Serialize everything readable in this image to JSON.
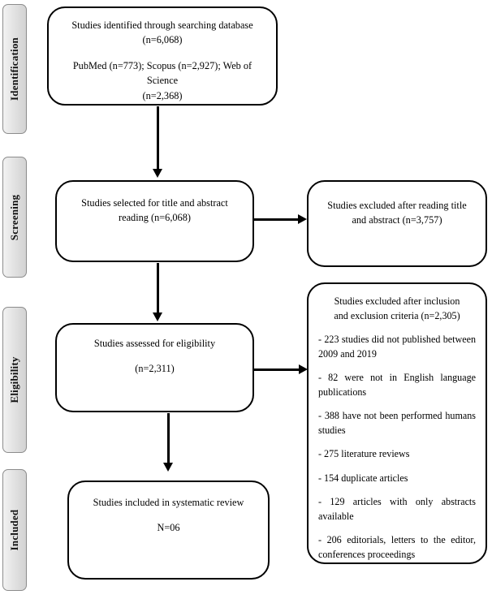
{
  "diagram": {
    "type": "prisma-flow-diagram",
    "title": "PRISMA study selection flow diagram"
  },
  "stages": [
    {
      "id": "identification",
      "label": "Identification"
    },
    {
      "id": "screening",
      "label": "Screening"
    },
    {
      "id": "eligibility",
      "label": "Eligibility"
    },
    {
      "id": "included",
      "label": "Included"
    }
  ],
  "boxes": {
    "identified": {
      "line1": "Studies identified through searching database",
      "line2": "(n=6,068)",
      "line3": "PubMed (n=773); Scopus (n=2,927); Web of Science",
      "line4": "(n=2,368)"
    },
    "selected": {
      "line1": "Studies selected for title and abstract",
      "line2": "reading (n=6,068)"
    },
    "excluded_screening": {
      "line1": "Studies excluded after reading title",
      "line2": "and abstract (n=3,757)"
    },
    "assessed": {
      "line1": "Studies assessed for eligibility",
      "line2": "(n=2,311)"
    },
    "exclusion_criteria": {
      "heading1": "Studies excluded after inclusion",
      "heading2": "and exclusion criteria (n=2,305)",
      "items": [
        "- 223 studies did not published between 2009 and 2019",
        "- 82 were not in English language publications",
        "- 388 have not been performed humans studies",
        "- 275 literature reviews",
        "- 154 duplicate articles",
        "- 129 articles with only abstracts available",
        "- 206 editorials, letters to the editor, conferences proceedings"
      ]
    },
    "included": {
      "line1": "Studies included in systematic review",
      "line2": "N=06"
    }
  },
  "connectors": [
    {
      "id": "identified-to-selected",
      "direction": "down"
    },
    {
      "id": "selected-to-excluded",
      "direction": "right"
    },
    {
      "id": "selected-to-assessed",
      "direction": "down"
    },
    {
      "id": "assessed-to-criteria",
      "direction": "right"
    },
    {
      "id": "assessed-to-included",
      "direction": "down"
    }
  ],
  "colors": {
    "stroke": "#000000",
    "box_fill": "#ffffff",
    "stage_fill": "#e3e3e3",
    "stage_border": "#8c8c8c",
    "text": "#000000"
  }
}
